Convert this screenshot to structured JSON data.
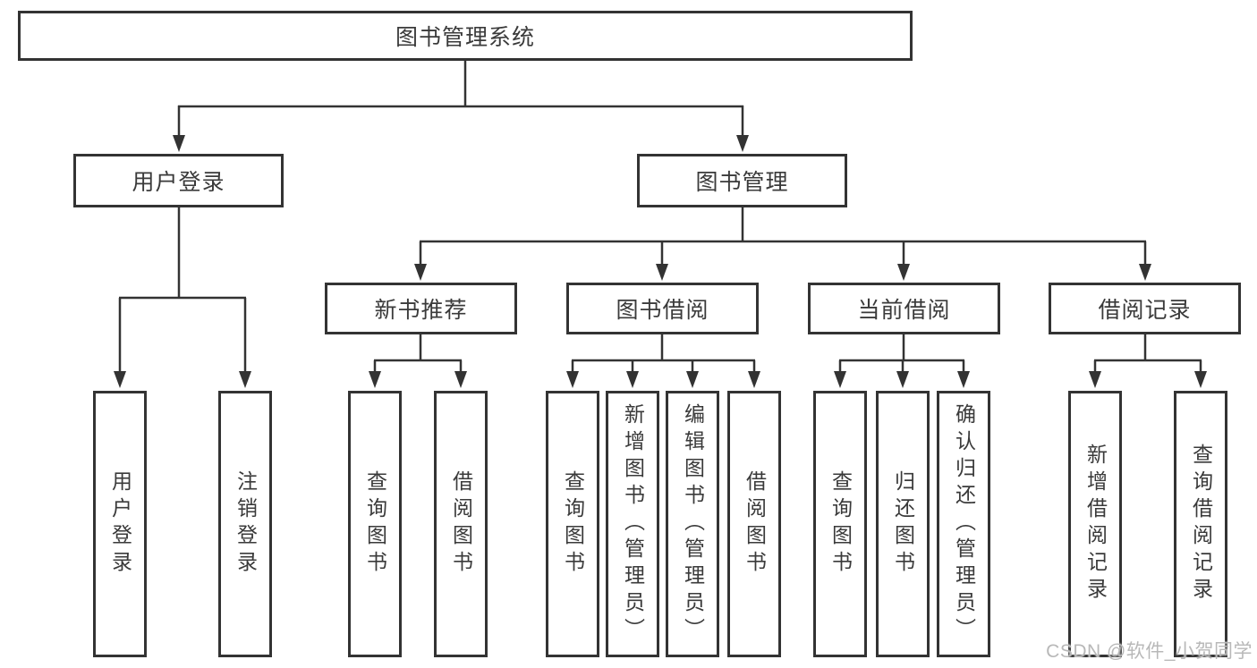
{
  "colors": {
    "line": "#333333",
    "text": "#3a3a3a",
    "bg": "#ffffff",
    "watermark": "#b8b8b8"
  },
  "watermark": "CSDN @软件_小贺同学",
  "tree": {
    "root": {
      "label": "图书管理系统"
    },
    "branches": [
      {
        "label": "用户登录",
        "children": [
          {
            "label": "用户登录"
          },
          {
            "label": "注销登录"
          }
        ]
      },
      {
        "label": "图书管理",
        "children": [
          {
            "label": "新书推荐",
            "children": [
              {
                "label": "查询图书"
              },
              {
                "label": "借阅图书"
              }
            ]
          },
          {
            "label": "图书借阅",
            "children": [
              {
                "label": "查询图书"
              },
              {
                "label": "新增图书（管理员）"
              },
              {
                "label": "编辑图书（管理员）"
              },
              {
                "label": "借阅图书"
              }
            ]
          },
          {
            "label": "当前借阅",
            "children": [
              {
                "label": "查询图书"
              },
              {
                "label": "归还图书"
              },
              {
                "label": "确认归还（管理员）"
              }
            ]
          },
          {
            "label": "借阅记录",
            "children": [
              {
                "label": "新增借阅记录"
              },
              {
                "label": "查询借阅记录"
              }
            ]
          }
        ]
      }
    ]
  }
}
